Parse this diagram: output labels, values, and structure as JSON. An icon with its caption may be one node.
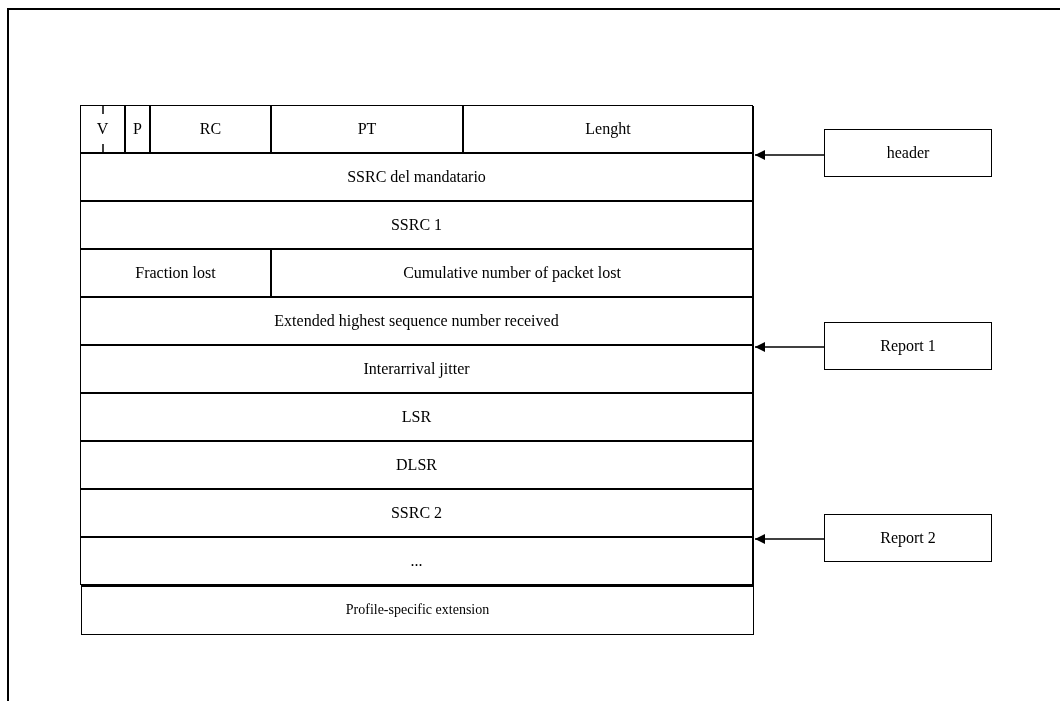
{
  "diagram": {
    "nodes": [
      {
        "text": [],
        "shape": "box"
      },
      {
        "text": [
          "V"
        ],
        "in": 0
      },
      {
        "text": [
          "P"
        ],
        "in": 0
      },
      {
        "text": [
          "RC"
        ],
        "in": 0
      },
      {
        "text": [
          "PT"
        ],
        "in": 0
      },
      {
        "text": [
          "Lenght"
        ],
        "in": 0
      },
      {
        "text": [
          "SSRC del mandatario"
        ],
        "in": 0
      },
      {
        "text": [],
        "shape": "box"
      },
      {
        "text": [
          "SSRC 1"
        ],
        "in": 7
      },
      {
        "text": [
          "Fraction lost"
        ],
        "in": 7
      },
      {
        "text": [
          "Cumulative number of packet lost"
        ],
        "in": 7
      },
      {
        "text": [
          "Extended highest sequence number received"
        ],
        "in": 7
      },
      {
        "text": [
          "Interarrival jitter"
        ],
        "in": 7
      },
      {
        "text": [
          "LSR"
        ],
        "in": 7
      },
      {
        "text": [
          "DLSR"
        ],
        "in": 7
      },
      {
        "text": [],
        "shape": "box"
      },
      {
        "text": [
          "SSRC 2"
        ],
        "in": 15
      },
      {
        "text": [
          "..."
        ],
        "in": 15
      },
      {
        "text": [
          "Profile-specific extension"
        ]
      },
      {
        "text": [
          "header"
        ]
      },
      {
        "text": [
          "Report 1"
        ]
      },
      {
        "text": [
          "Report 2"
        ]
      }
    ],
    "edges": [
      {
        "from": 19,
        "to": 0,
        "arrow": "to"
      },
      {
        "from": 20,
        "to": 7,
        "arrow": "to"
      },
      {
        "from": 21,
        "to": 15,
        "arrow": "to"
      }
    ]
  }
}
